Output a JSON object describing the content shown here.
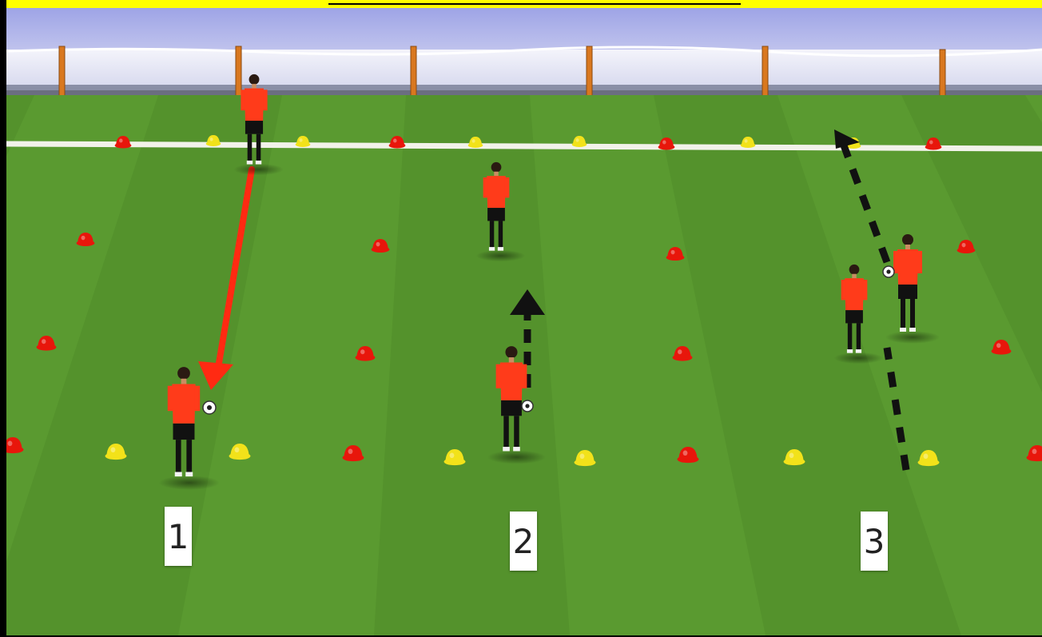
{
  "diagram": {
    "stations": [
      {
        "label": "1",
        "activity": "pass"
      },
      {
        "label": "2",
        "activity": "dribble"
      },
      {
        "label": "3",
        "activity": "run"
      }
    ],
    "colors": {
      "pitch_light": "#5f9f35",
      "pitch_dark": "#4d8a27",
      "sky": "#a9aee8",
      "player_shirt": "#ff3b1a",
      "cone_red": "#e8160b",
      "cone_yellow": "#f2e21a",
      "pass_arrow": "#ff2a12",
      "run_arrow": "#111111",
      "frame_top": "#ffff00"
    }
  }
}
